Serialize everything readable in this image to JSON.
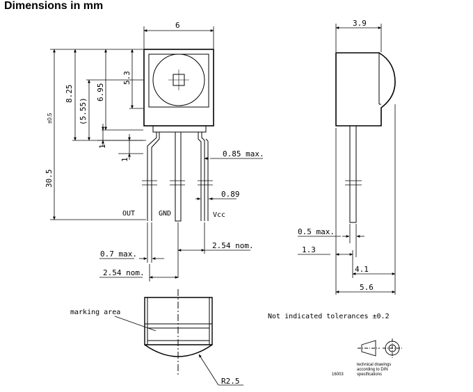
{
  "title": "Dimensions in mm",
  "dims": {
    "width_6": "6",
    "d_5_3": "5.3",
    "d_6_95": "6.95",
    "d_8_25": "8.25",
    "d_5_55": "(5.55)",
    "d_30_5": "30.5",
    "d_30_5_tol": "±0.5",
    "d_1a": "1",
    "d_1b": "1",
    "d_0_85": "0.85 max.",
    "d_0_89": "0.89",
    "d_0_7": "0.7 max.",
    "d_2_54_nom_a": "2.54 nom.",
    "d_2_54_nom_b": "2.54 nom.",
    "d_3_9": "3.9",
    "d_0_5": "0.5 max.",
    "d_1_3": "1.3",
    "d_4_1": "4.1",
    "d_5_6": "5.6",
    "d_r2_5": "R2.5"
  },
  "pins": {
    "out": "OUT",
    "gnd": "GND",
    "vcc": "Vcc"
  },
  "labels": {
    "marking_area": "marking area",
    "tolerance_note": "Not indicated tolerances ±0.2",
    "drawing_note_1": "technical drawings",
    "drawing_note_2": "according to DIN",
    "drawing_note_3": "specifications",
    "drawing_number": "16003"
  }
}
